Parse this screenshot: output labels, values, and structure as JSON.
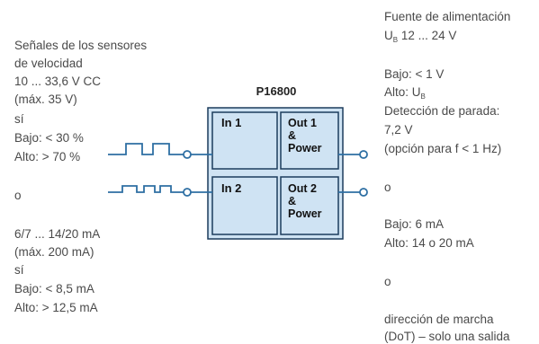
{
  "left": {
    "title_lines": [
      "Señales de los sensores",
      "de velocidad"
    ],
    "voltage_range": "10 ... 33,6 V CC",
    "voltage_max": "(máx. 35 V)",
    "if_word": "sí",
    "low_pct": "Bajo: < 30 %",
    "high_pct": "Alto: > 70 %",
    "or_word": "o",
    "current_range": "6/7 ... 14/20 mA",
    "current_max": "(máx. 200 mA)",
    "if_word2": "sí",
    "low_ma": "Bajo: < 8,5 mA",
    "high_ma": "Alto: > 12,5 mA"
  },
  "device": {
    "model": "P16800",
    "in1": "In 1",
    "in2": "In 2",
    "out1_lines": [
      "Out 1",
      "&",
      "Power"
    ],
    "out2_lines": [
      "Out 2",
      "&",
      "Power"
    ]
  },
  "right": {
    "supply_title": "Fuente de alimentación",
    "supply_symbol": "U",
    "supply_subscript": "B",
    "supply_range": "12 ... 24 V",
    "low_v": "Bajo: < 1 V",
    "high_label": "Alto: U",
    "high_subscript": "B",
    "stop_detection": "Detección de parada:",
    "stop_voltage": "7,2 V",
    "stop_option": "(opción para f < 1 Hz)",
    "or_word": "o",
    "low_ma": "Bajo: 6 mA",
    "high_ma": "Alto: 14 o 20 mA",
    "or_word2": "o",
    "dot_title": "dirección de marcha",
    "dot_note": "(DoT) – solo una salida"
  },
  "colors": {
    "box_fill": "#cfe3f3",
    "box_stroke": "#1c3c5c",
    "wire": "#2e6fa3",
    "text": "#4a4a4a"
  }
}
